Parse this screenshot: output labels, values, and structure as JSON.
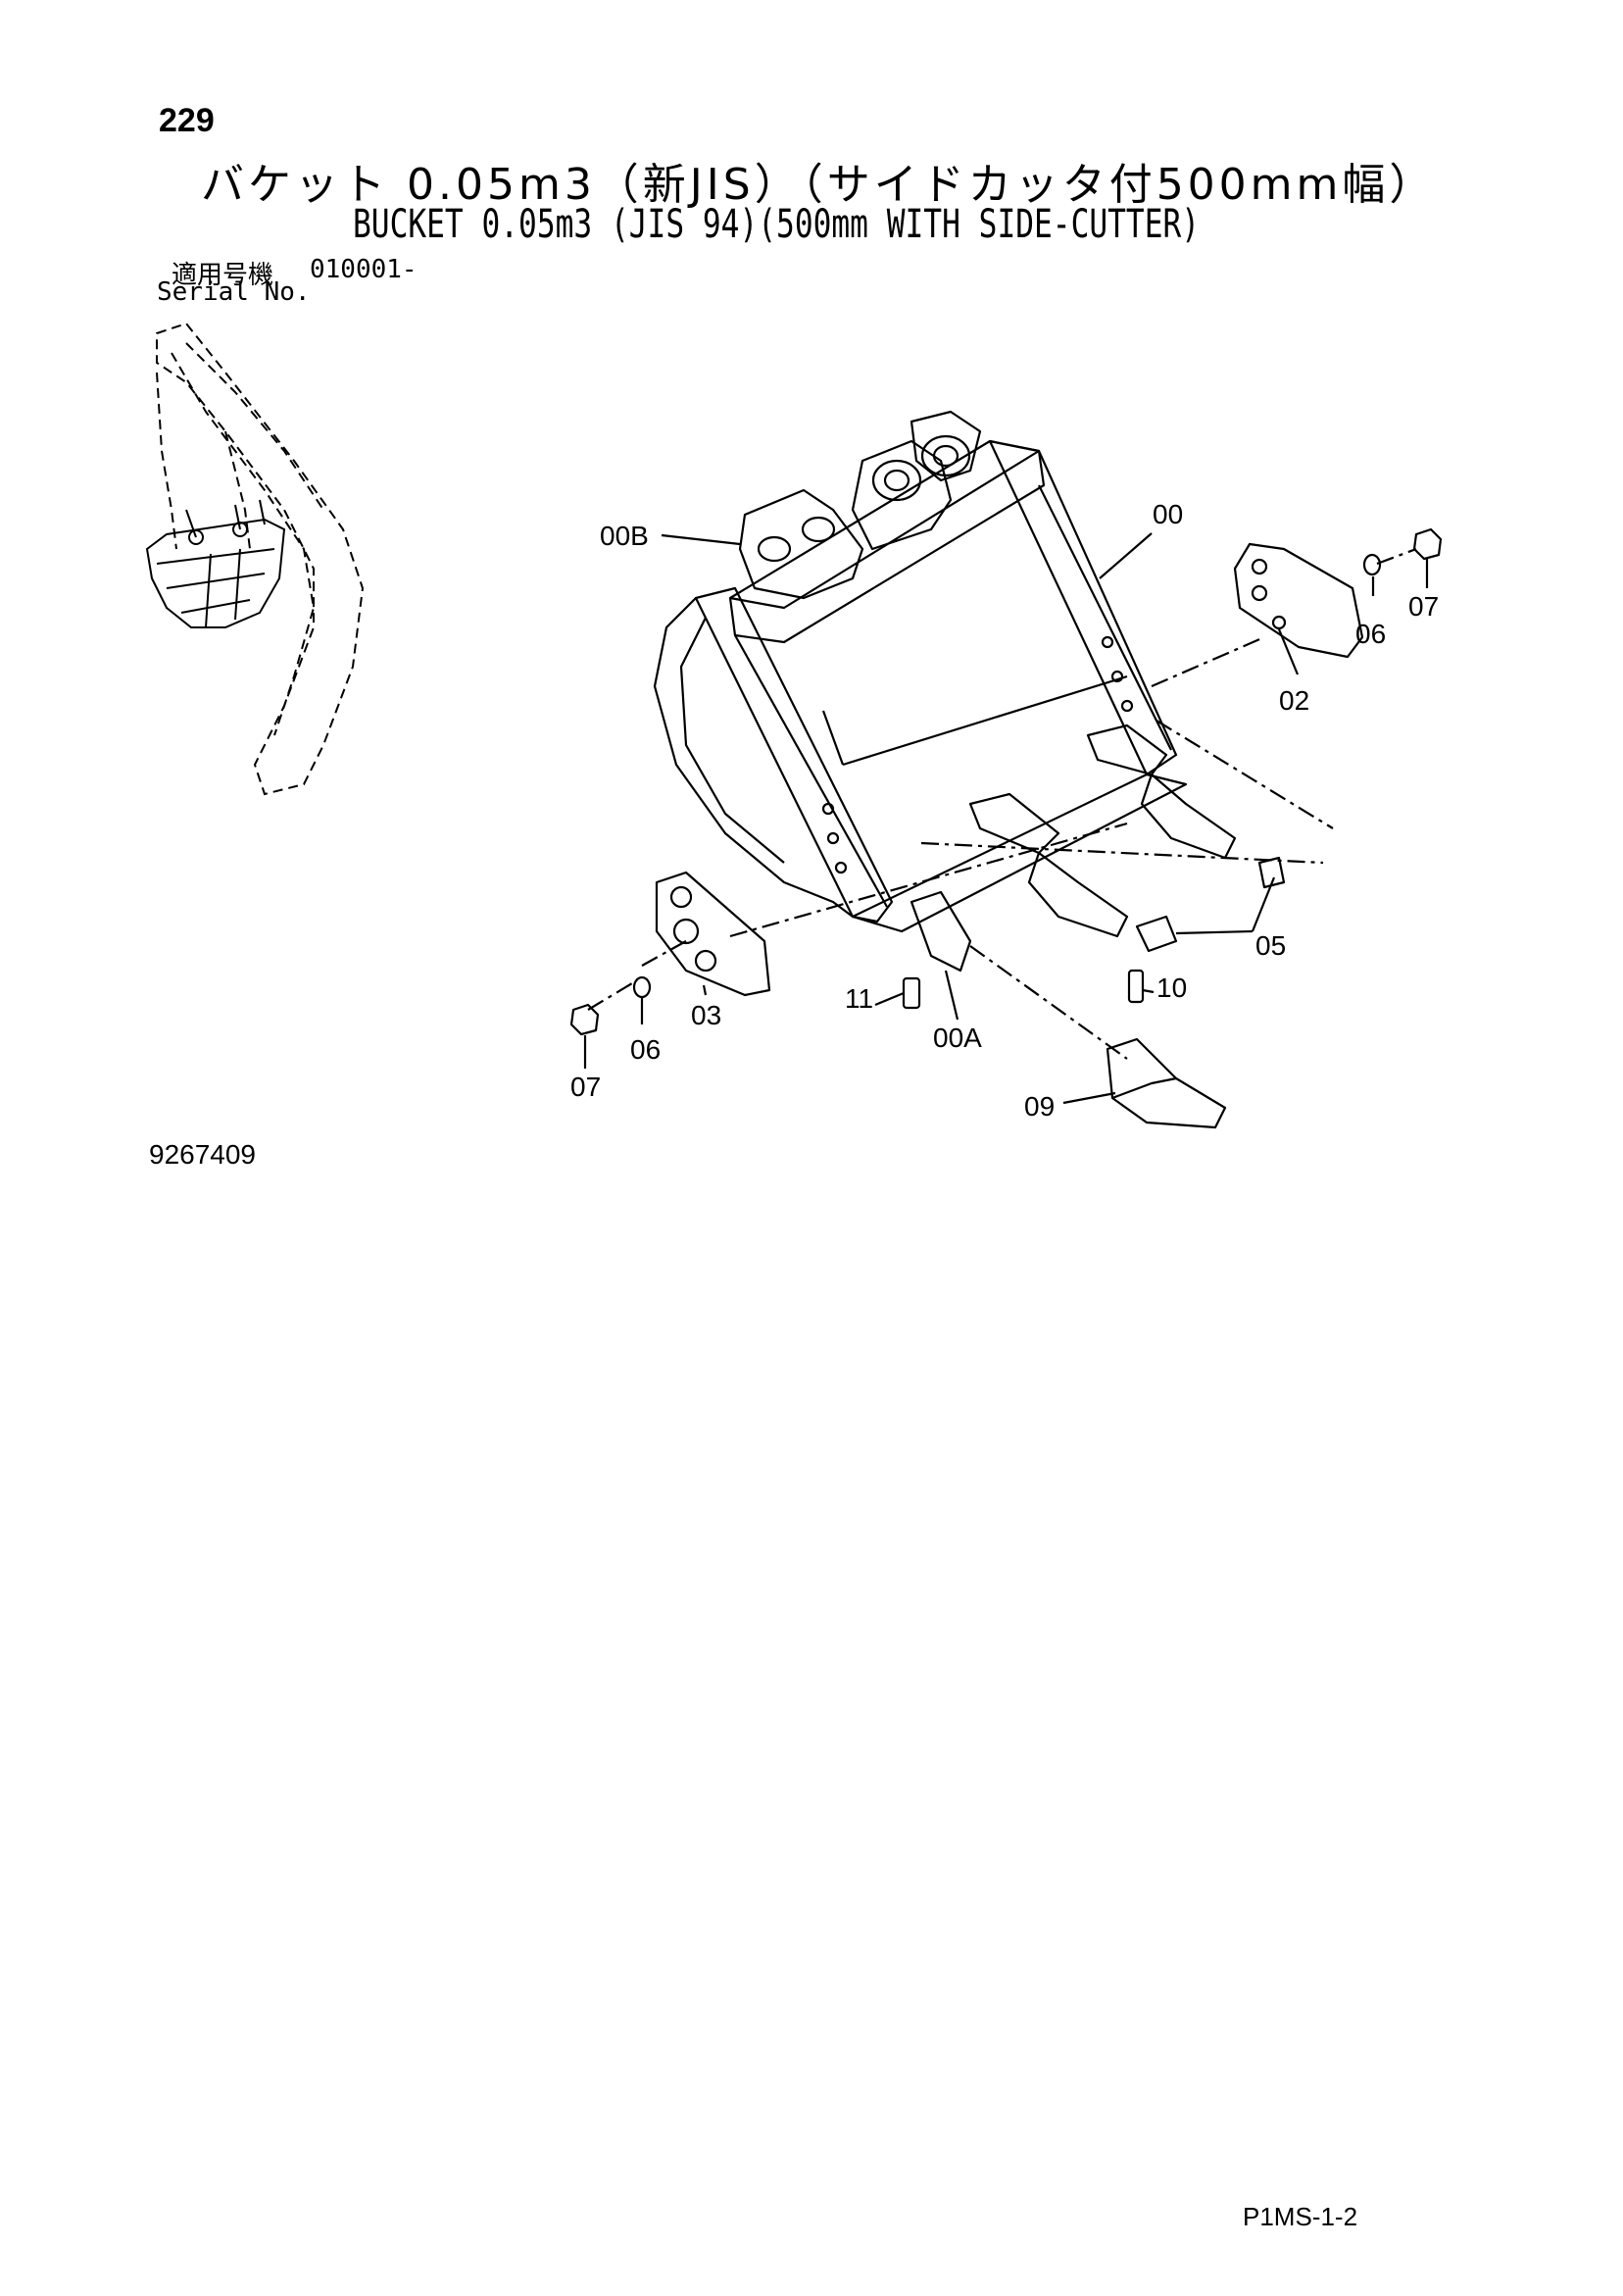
{
  "page": {
    "number": "229",
    "title_ja": "バケット 0.05m3（新JIS）（サイドカッタ付500mm幅）",
    "title_en": "BUCKET 0.05m3 (JIS 94)(500mm WITH SIDE-CUTTER)",
    "serial_label_ja": "適用号機",
    "serial_value": "010001-",
    "serial_label_en": "Serial No.",
    "drawing_number": "9267409",
    "page_code": "P1MS-1-2"
  },
  "callouts": {
    "c00B": "00B",
    "c00": "00",
    "c07a": "07",
    "c06a": "06",
    "c02": "02",
    "c05": "05",
    "c10": "10",
    "c11": "11",
    "c00A": "00A",
    "c03": "03",
    "c06b": "06",
    "c07b": "07",
    "c09": "09"
  },
  "colors": {
    "ink": "#000000",
    "paper": "#ffffff"
  }
}
